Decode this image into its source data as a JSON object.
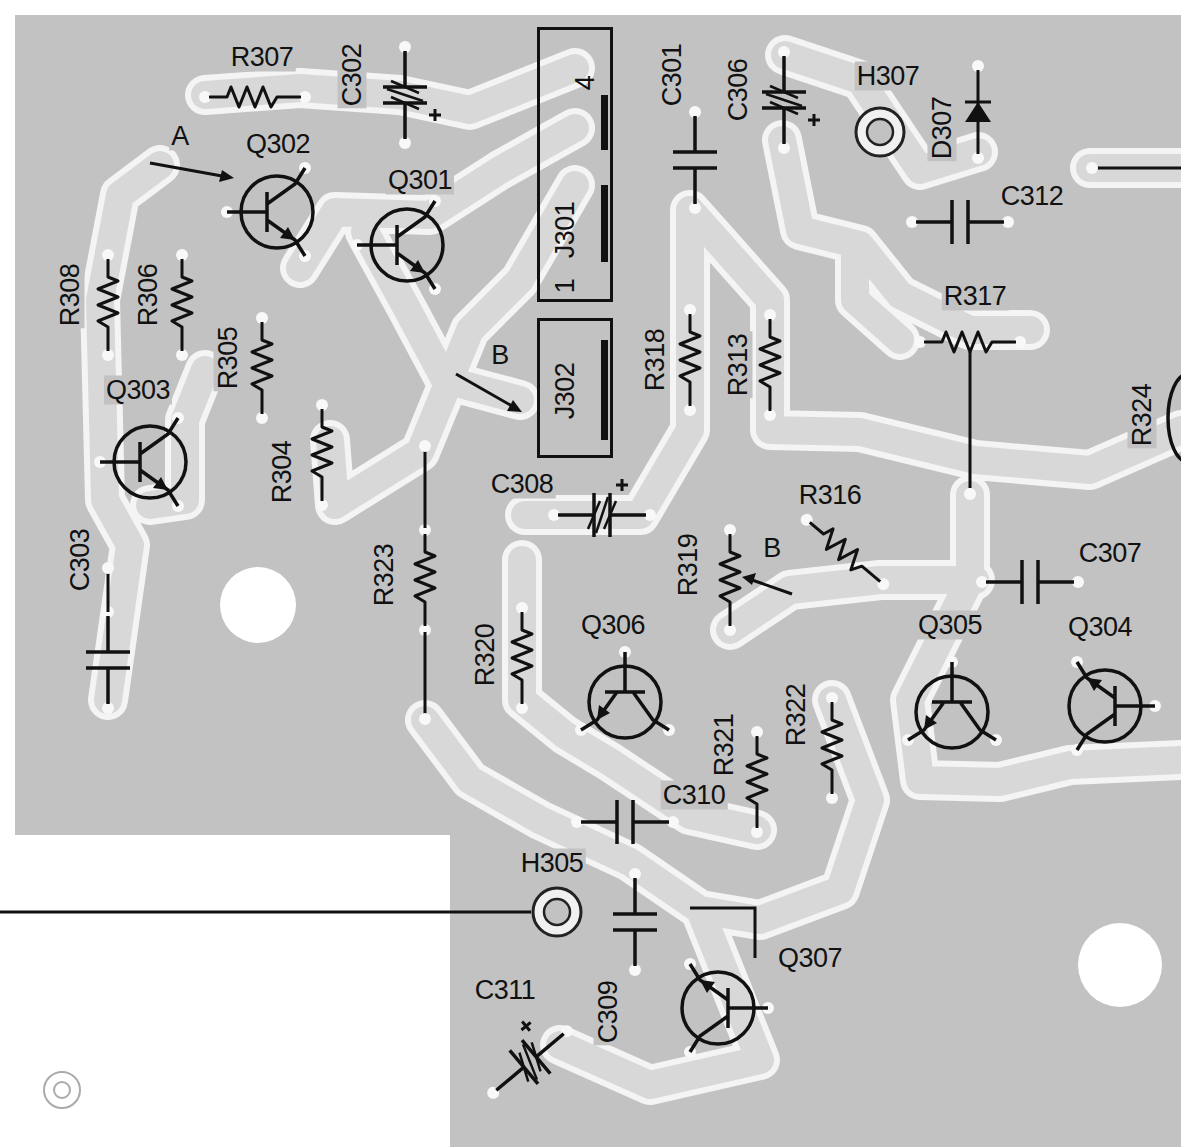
{
  "diagram": {
    "nodes": [
      {
        "text": [
          "4",
          "J301",
          "1"
        ]
      },
      {
        "text": [
          "J302"
        ]
      }
    ],
    "edges": [],
    "labels": [
      "R307",
      "C302",
      "Q302",
      "A",
      "Q301",
      "C301",
      "C306",
      "H307",
      "D307",
      "C312",
      "R308",
      "R306",
      "R305",
      "Q303",
      "R304",
      "B",
      "R318",
      "R313",
      "R317",
      "R324",
      "C303",
      "R323",
      "C308",
      "R319",
      "B",
      "R316",
      "C307",
      "R320",
      "Q306",
      "Q305",
      "Q304",
      "R321",
      "R322",
      "C310",
      "H305",
      "C311",
      "C309",
      "Q307"
    ]
  }
}
